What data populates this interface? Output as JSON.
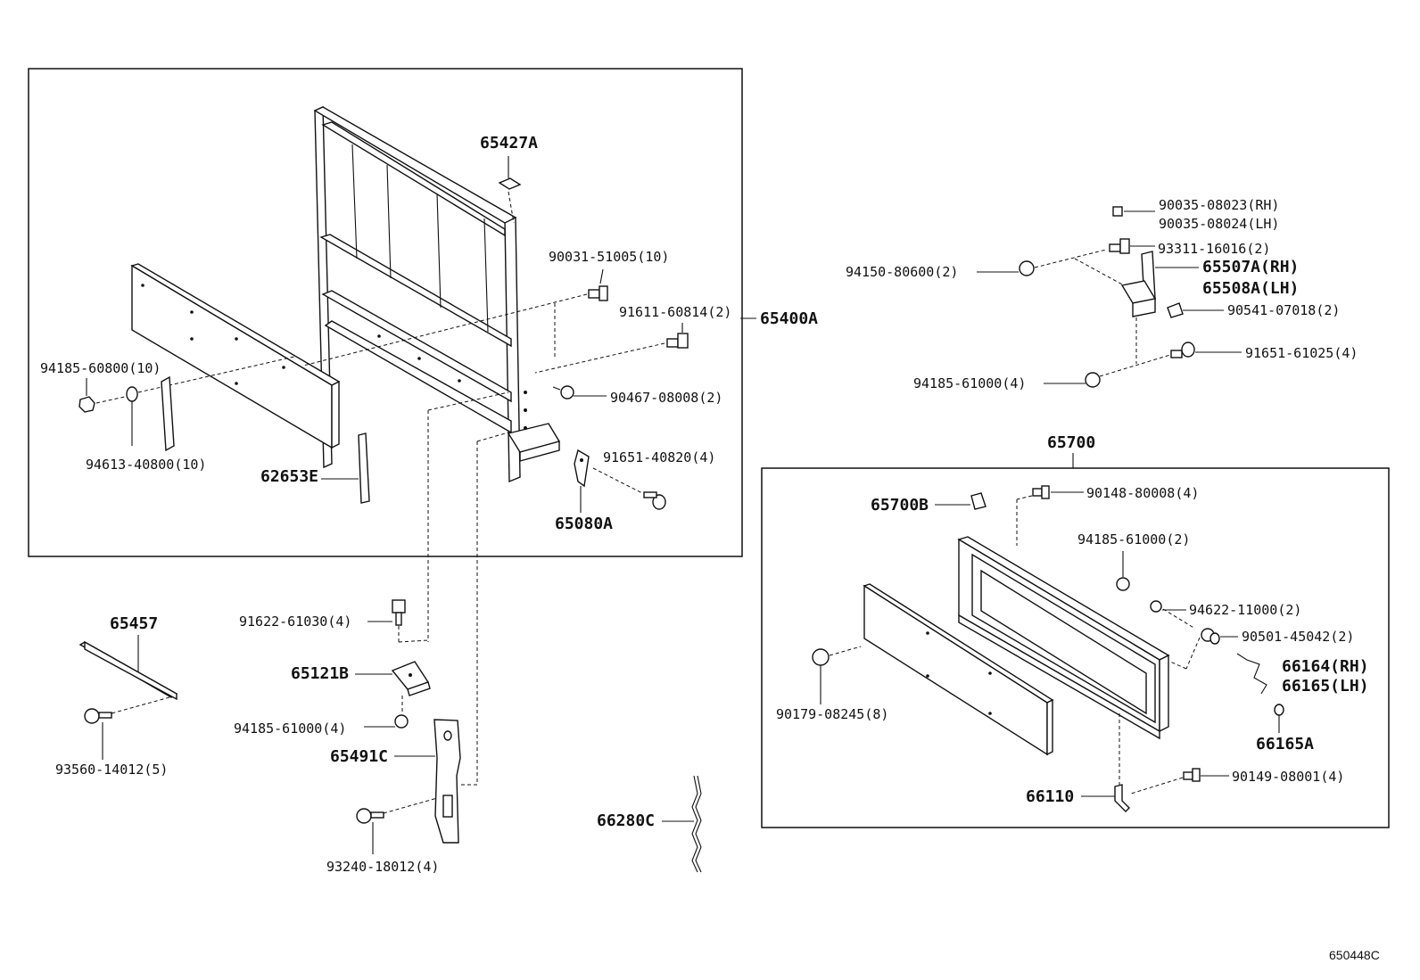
{
  "labels": {
    "p65427A": "65427A",
    "p90031": "90031-51005(10)",
    "p91611": "91611-60814(2)",
    "p65400A": "65400A",
    "p94185_60800": "94185-60800(10)",
    "p90467": "90467-08008(2)",
    "p94613": "94613-40800(10)",
    "p91651_40820": "91651-40820(4)",
    "p62653E": "62653E",
    "p65080A": "65080A",
    "p90035_rh": "90035-08023(RH)",
    "p90035_lh": "90035-08024(LH)",
    "p93311": "93311-16016(2)",
    "p94150": "94150-80600(2)",
    "p65507A": "65507A(RH)",
    "p65508A": "65508A(LH)",
    "p90541": "90541-07018(2)",
    "p94185_61000_a": "94185-61000(4)",
    "p91651_61025": "91651-61025(4)",
    "p65700": "65700",
    "p65700B": "65700B",
    "p90148": "90148-80008(4)",
    "p94185_61000_b": "94185-61000(2)",
    "p94622": "94622-11000(2)",
    "p90501": "90501-45042(2)",
    "p66164": "66164(RH)",
    "p66165": "66165(LH)",
    "p90179": "90179-08245(8)",
    "p66165A": "66165A",
    "p90149": "90149-08001(4)",
    "p66110": "66110",
    "p65457": "65457",
    "p91622": "91622-61030(4)",
    "p65121B": "65121B",
    "p94185_61000_c": "94185-61000(4)",
    "p65491C": "65491C",
    "p93560": "93560-14012(5)",
    "p93240": "93240-18012(4)",
    "p66280C": "66280C",
    "ref": "650448C"
  }
}
